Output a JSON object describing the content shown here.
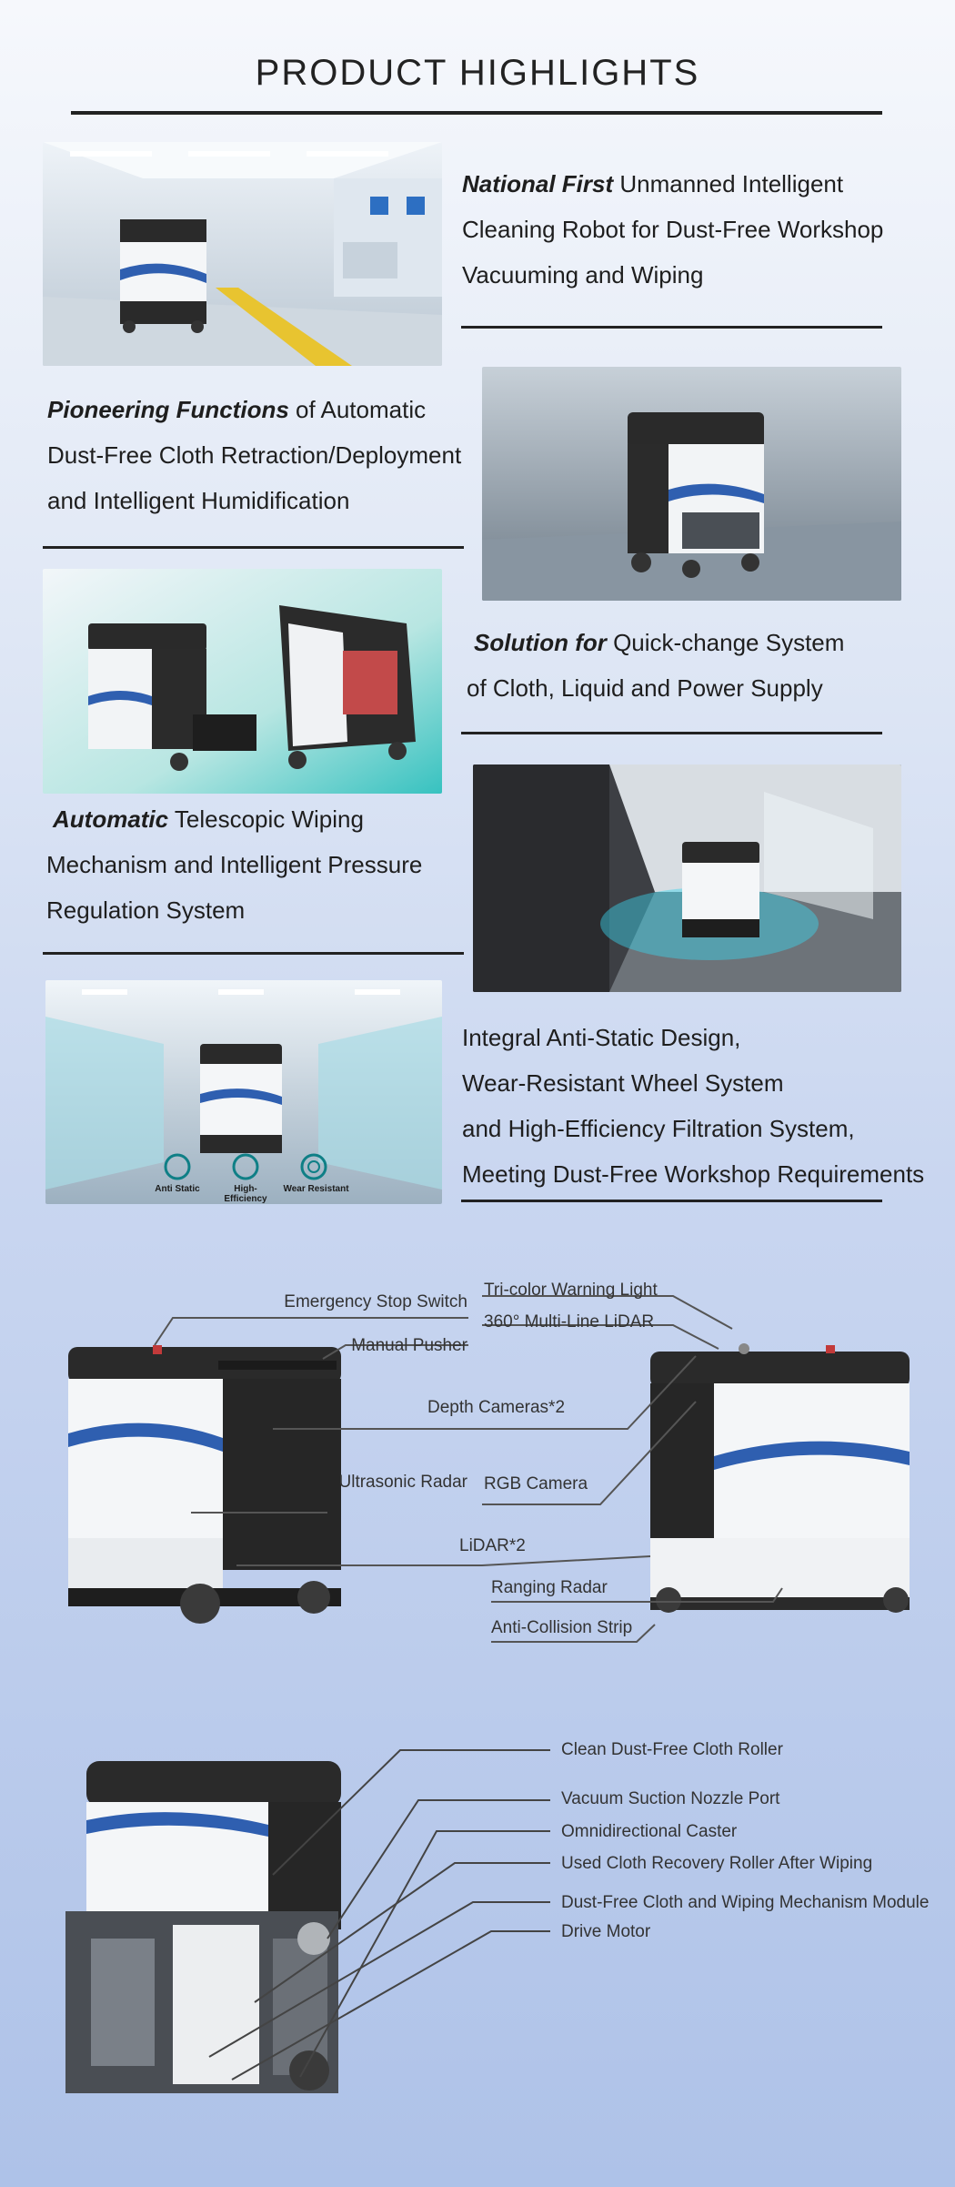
{
  "header": {
    "title": "PRODUCT HIGHLIGHTS"
  },
  "highlights": [
    {
      "emphasis": "National First",
      "rest": " Unmanned Intelligent",
      "line2": "Cleaning Robot for Dust-Free Workshop",
      "line3": "Vacuuming and Wiping"
    },
    {
      "emphasis": "Pioneering Functions",
      "rest": " of Automatic",
      "line2": "Dust-Free Cloth Retraction/Deployment",
      "line3": "and Intelligent Humidification"
    },
    {
      "emphasis": "Solution for",
      "rest": " Quick-change System",
      "line2": "of Cloth, Liquid and Power Supply"
    },
    {
      "emphasis": "Automatic",
      "rest": " Telescopic Wiping",
      "line2": "Mechanism and Intelligent Pressure",
      "line3": "Regulation System"
    },
    {
      "line1": "Integral Anti-Static Design,",
      "line2": "Wear-Resistant Wheel System",
      "line3": "and High-Efficiency Filtration System,",
      "line4": "Meeting Dust-Free Workshop Requirements"
    }
  ],
  "badges": [
    "Anti Static",
    "High-Efficiency",
    "Wear Resistant"
  ],
  "callouts_top": {
    "emergency_stop": "Emergency Stop Switch",
    "manual_pusher": "Manual Pusher",
    "depth_cameras": "Depth Cameras*2",
    "ultrasonic_radar": "Ultrasonic Radar",
    "lidar": "LiDAR*2",
    "tricolor_light": "Tri-color Warning Light",
    "multiline_lidar": "360° Multi-Line LiDAR",
    "rgb_camera": "RGB Camera",
    "ranging_radar": "Ranging Radar",
    "anti_collision": "Anti-Collision Strip"
  },
  "callouts_bottom": [
    "Clean Dust-Free Cloth Roller",
    "Vacuum Suction Nozzle Port",
    "Omnidirectional Caster",
    "Used Cloth Recovery Roller After Wiping",
    "Dust-Free Cloth and Wiping Mechanism Module",
    "Drive Motor"
  ],
  "colors": {
    "accent_blue": "#1f4fa3",
    "text": "#1e1e1e",
    "rule": "#222222"
  }
}
